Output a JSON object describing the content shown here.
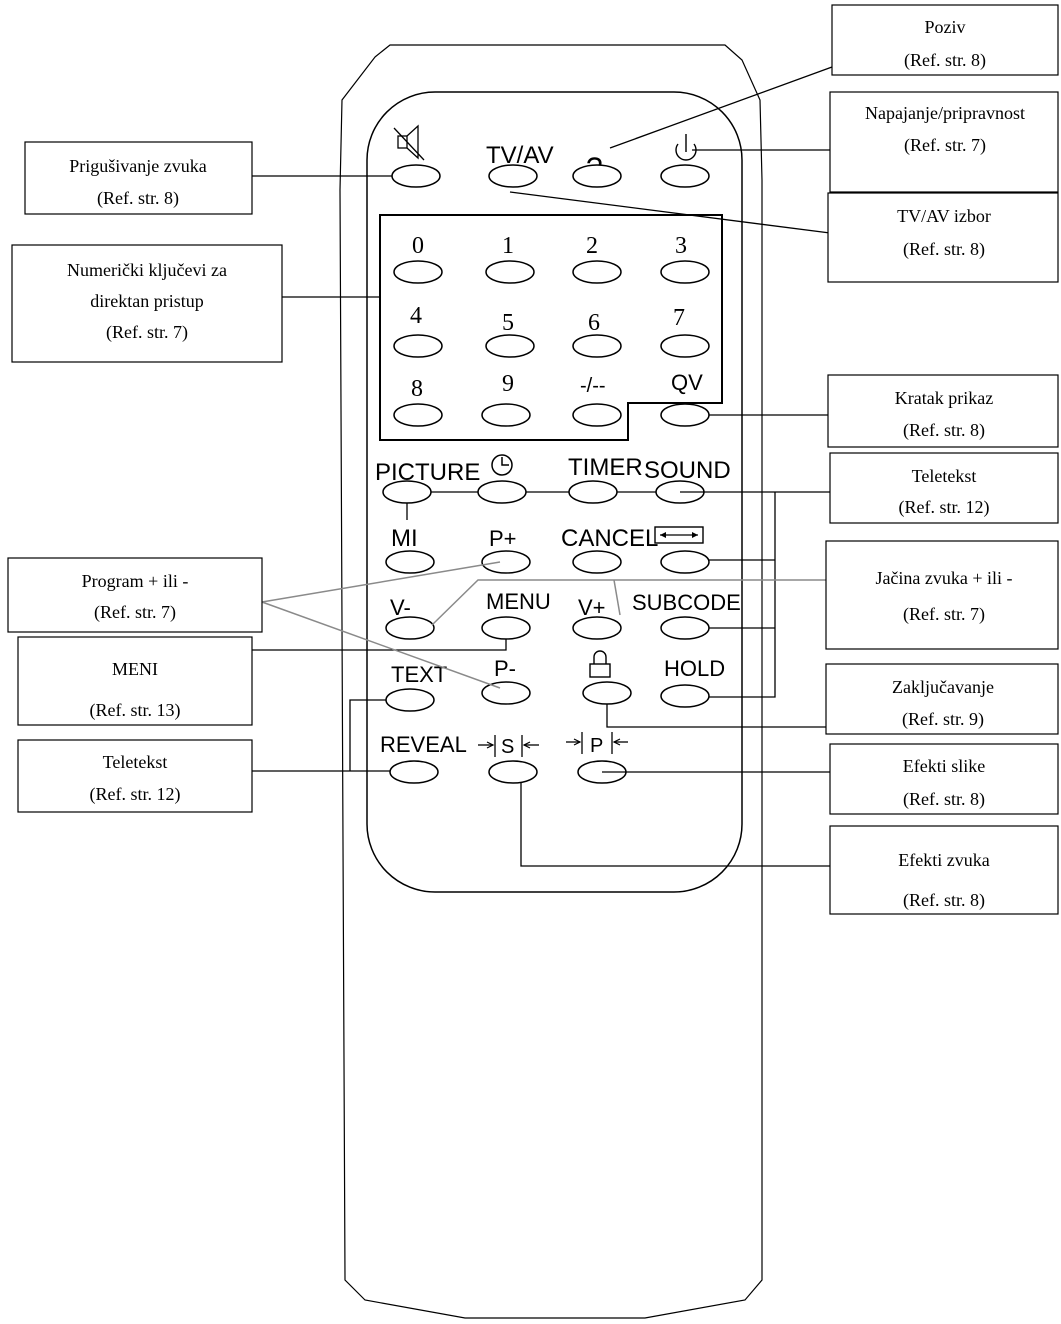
{
  "remote": {
    "buttons": {
      "tvav": "TV/AV",
      "help": "?",
      "d0": "0",
      "d1": "1",
      "d2": "2",
      "d3": "3",
      "d4": "4",
      "d5": "5",
      "d6": "6",
      "d7": "7",
      "d8": "8",
      "d9": "9",
      "dash": "-/--",
      "qv": "QV",
      "picture": "PICTURE",
      "timer": "TIMER",
      "sound": "SOUND",
      "mi": "MI",
      "pplus": "P+",
      "cancel": "CANCEL",
      "vminus": "V-",
      "menu": "MENU",
      "vplus": "V+",
      "subcode": "SUBCODE",
      "text": "TEXT",
      "pminus": "P-",
      "hold": "HOLD",
      "reveal": "REVEAL",
      "s": "S",
      "p": "P"
    },
    "icons": [
      "mute-icon",
      "power-icon",
      "clock-icon",
      "size-icon",
      "lock-icon"
    ]
  },
  "callouts": {
    "poziv": {
      "title": "Poziv",
      "ref": "(Ref. str. 8)"
    },
    "napajanje": {
      "title": "Napajanje/pripravnost",
      "ref": "(Ref. str. 7)"
    },
    "tvav_izbor": {
      "title": "TV/AV izbor",
      "ref": "(Ref. str. 8)"
    },
    "kratak": {
      "title": "Kratak prikaz",
      "ref": "(Ref. str. 8)"
    },
    "teletekst_right": {
      "title": "Teletekst",
      "ref": "(Ref. str. 12)"
    },
    "jacina": {
      "title": "Jačina zvuka + ili -",
      "ref": "(Ref. str. 7)"
    },
    "zakljucavanje": {
      "title": "Zaključavanje",
      "ref": "(Ref. str. 9)"
    },
    "efekti_slike": {
      "title": "Efekti slike",
      "ref": "(Ref. str. 8)"
    },
    "efekti_zvuka": {
      "title": "Efekti zvuka",
      "ref": "(Ref. str. 8)"
    },
    "prigusivanje": {
      "title": "Prigušivanje zvuka",
      "ref": "(Ref. str. 8)"
    },
    "numericki": {
      "line1": "Numerički ključevi za",
      "line2": "direktan pristup",
      "ref": "(Ref. str. 7)"
    },
    "program": {
      "title": "Program + ili -",
      "ref": "(Ref. str. 7)"
    },
    "meni": {
      "title": "MENI",
      "ref": "(Ref. str. 13)"
    },
    "teletekst_left": {
      "title": "Teletekst",
      "ref": "(Ref. str. 12)"
    }
  }
}
